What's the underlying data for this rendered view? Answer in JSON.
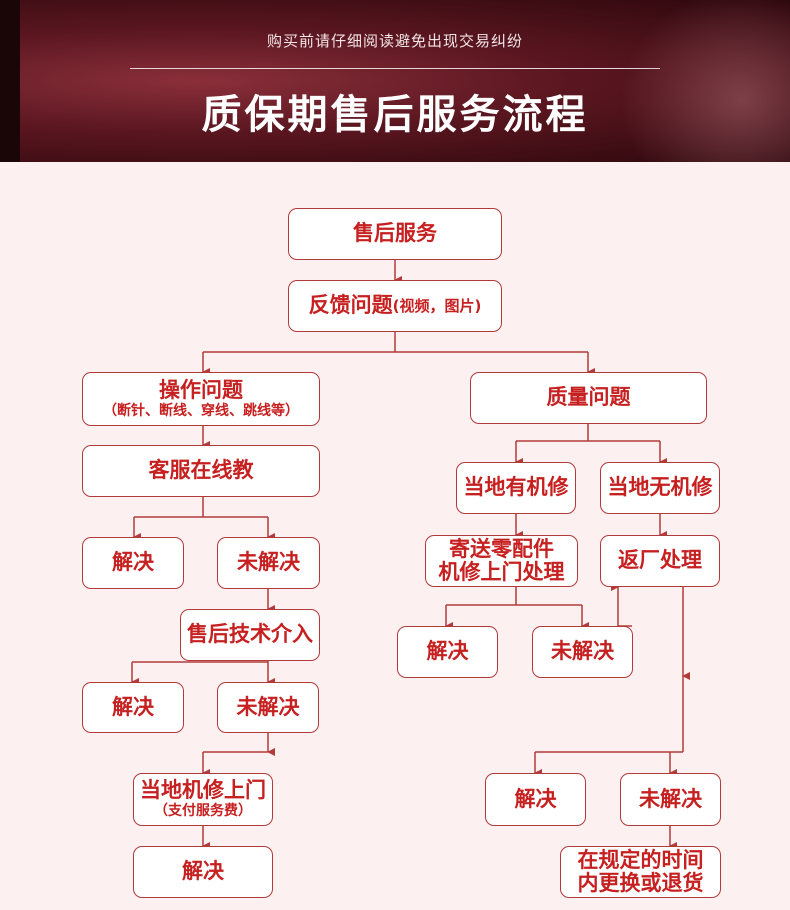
{
  "header": {
    "subtitle": "购买前请仔细阅读避免出现交易纠纷",
    "title": "质保期售后服务流程"
  },
  "colors": {
    "accent": "#c62020",
    "line": "#b23a3a",
    "background": "#fdf0f0",
    "banner": "#5a1620"
  },
  "flow": {
    "service": "售后服务",
    "feedback": {
      "main": "反馈问题",
      "note": "(视频，图片)"
    },
    "operation": {
      "main": "操作问题",
      "note": "（断针、断线、穿线、跳线等）"
    },
    "online": "客服在线教",
    "left_solved_1": "解决",
    "left_unsolved_1": "未解决",
    "tech": "售后技术介入",
    "left_solved_2": "解决",
    "left_unsolved_2": "未解决",
    "local_repair": {
      "main": "当地机修上门",
      "note": "（支付服务费）"
    },
    "left_solved_3": "解决",
    "quality": "质量问题",
    "has_repair": "当地有机修",
    "no_repair": "当地无机修",
    "parts": {
      "line1": "寄送零配件",
      "line2": "机修上门处理"
    },
    "return": "返厂处理",
    "mid_solved": "解决",
    "mid_unsolved": "未解决",
    "right_solved": "解决",
    "right_unsolved": "未解决",
    "replace": {
      "line1": "在规定的时间",
      "line2": "内更换或退货"
    }
  }
}
